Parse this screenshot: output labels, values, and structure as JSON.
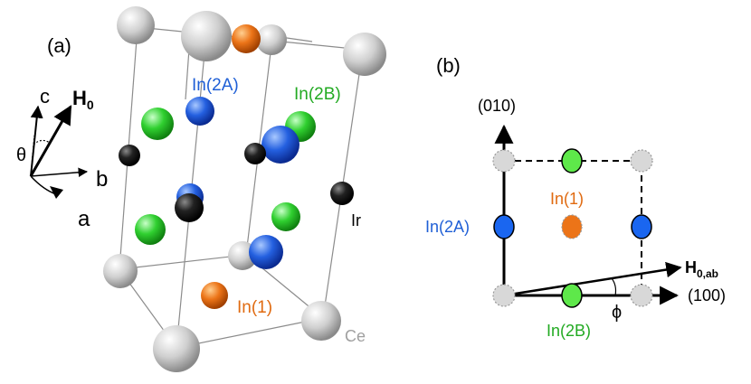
{
  "panel_a": {
    "label": "(a)",
    "axes": {
      "c": "c",
      "b": "b",
      "a": "a",
      "field": "H",
      "field_sub": "0",
      "angle": "θ"
    },
    "atoms": {
      "in2a": "In(2A)",
      "in2b": "In(2B)",
      "in1": "In(1)",
      "ir": "Ir",
      "ce": "Ce"
    }
  },
  "panel_b": {
    "label": "(b)",
    "axis_y": "(010)",
    "axis_x": "(100)",
    "field": "H",
    "field_sub": "0,ab",
    "angle": "ϕ",
    "atoms": {
      "in2a": "In(2A)",
      "in2b": "In(2B)",
      "in1": "In(1)"
    }
  },
  "colors": {
    "ce": "#c8c8c8",
    "ir": "#1a1a1a",
    "in1": "#e8701a",
    "in2a": "#2060e0",
    "in2b": "#30d030",
    "in2a_text": "#1f5fd6",
    "in2b_text": "#22aa22",
    "in1_text": "#e06a10",
    "ce_text": "#a0a0a0"
  }
}
